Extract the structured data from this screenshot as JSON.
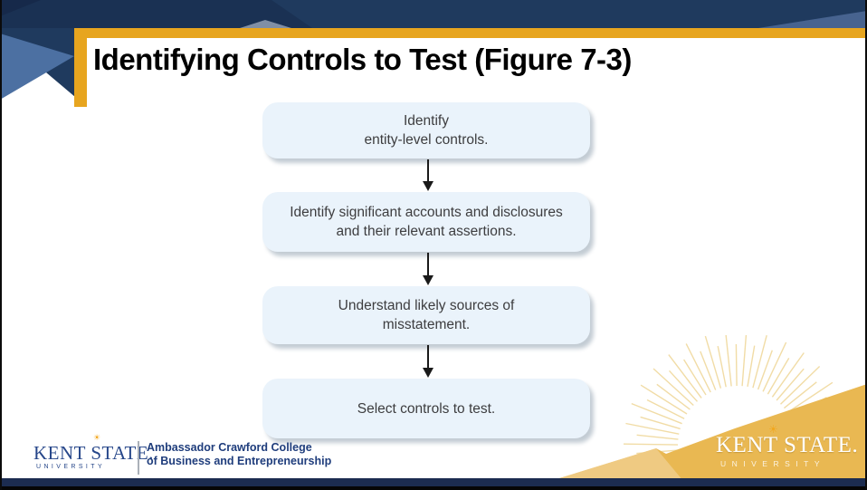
{
  "slide": {
    "title": "Identifying Controls to Test (Figure 7-3)"
  },
  "flowchart": {
    "steps": [
      {
        "lines": [
          "Identify",
          "entity-level controls."
        ]
      },
      {
        "lines": [
          "Identify significant accounts and disclosures",
          "and their relevant assertions."
        ]
      },
      {
        "lines": [
          "Understand likely sources of",
          "misstatement."
        ]
      },
      {
        "lines": [
          "Select controls to test."
        ]
      }
    ]
  },
  "footer": {
    "left_logo": {
      "name": "KENT STATE.",
      "subtitle": "UNIVERSITY",
      "college_line1": "Ambassador Crawford College",
      "college_line2": "of Business and Entrepreneurship"
    },
    "right_logo": {
      "name": "KENT STATE.",
      "subtitle": "UNIVERSITY"
    }
  },
  "icons": {
    "sun": "☀"
  },
  "colors": {
    "navy": "#1f3a5e",
    "navy_dark": "#16294a",
    "navy_mid": "#24456d",
    "steel_blue": "#4c70a2",
    "steel_light": "#47638f",
    "gray_blue": "#93a0b4",
    "gold": "#e7a51f",
    "box_fill": "#eaf3fb",
    "box_text": "#3d3d3f",
    "arrow": "#1a1a1a",
    "shadow": "#c3ccd4",
    "hill_gold": "#e9b852",
    "hill_gold_light": "#f0d093",
    "ray_gold": "#f1dca6",
    "bottom_strip": "#1c2c50",
    "kent_navy": "#27478a",
    "college_navy": "#1f3d7c",
    "sun": "#f2a71e",
    "title": "#000000"
  }
}
